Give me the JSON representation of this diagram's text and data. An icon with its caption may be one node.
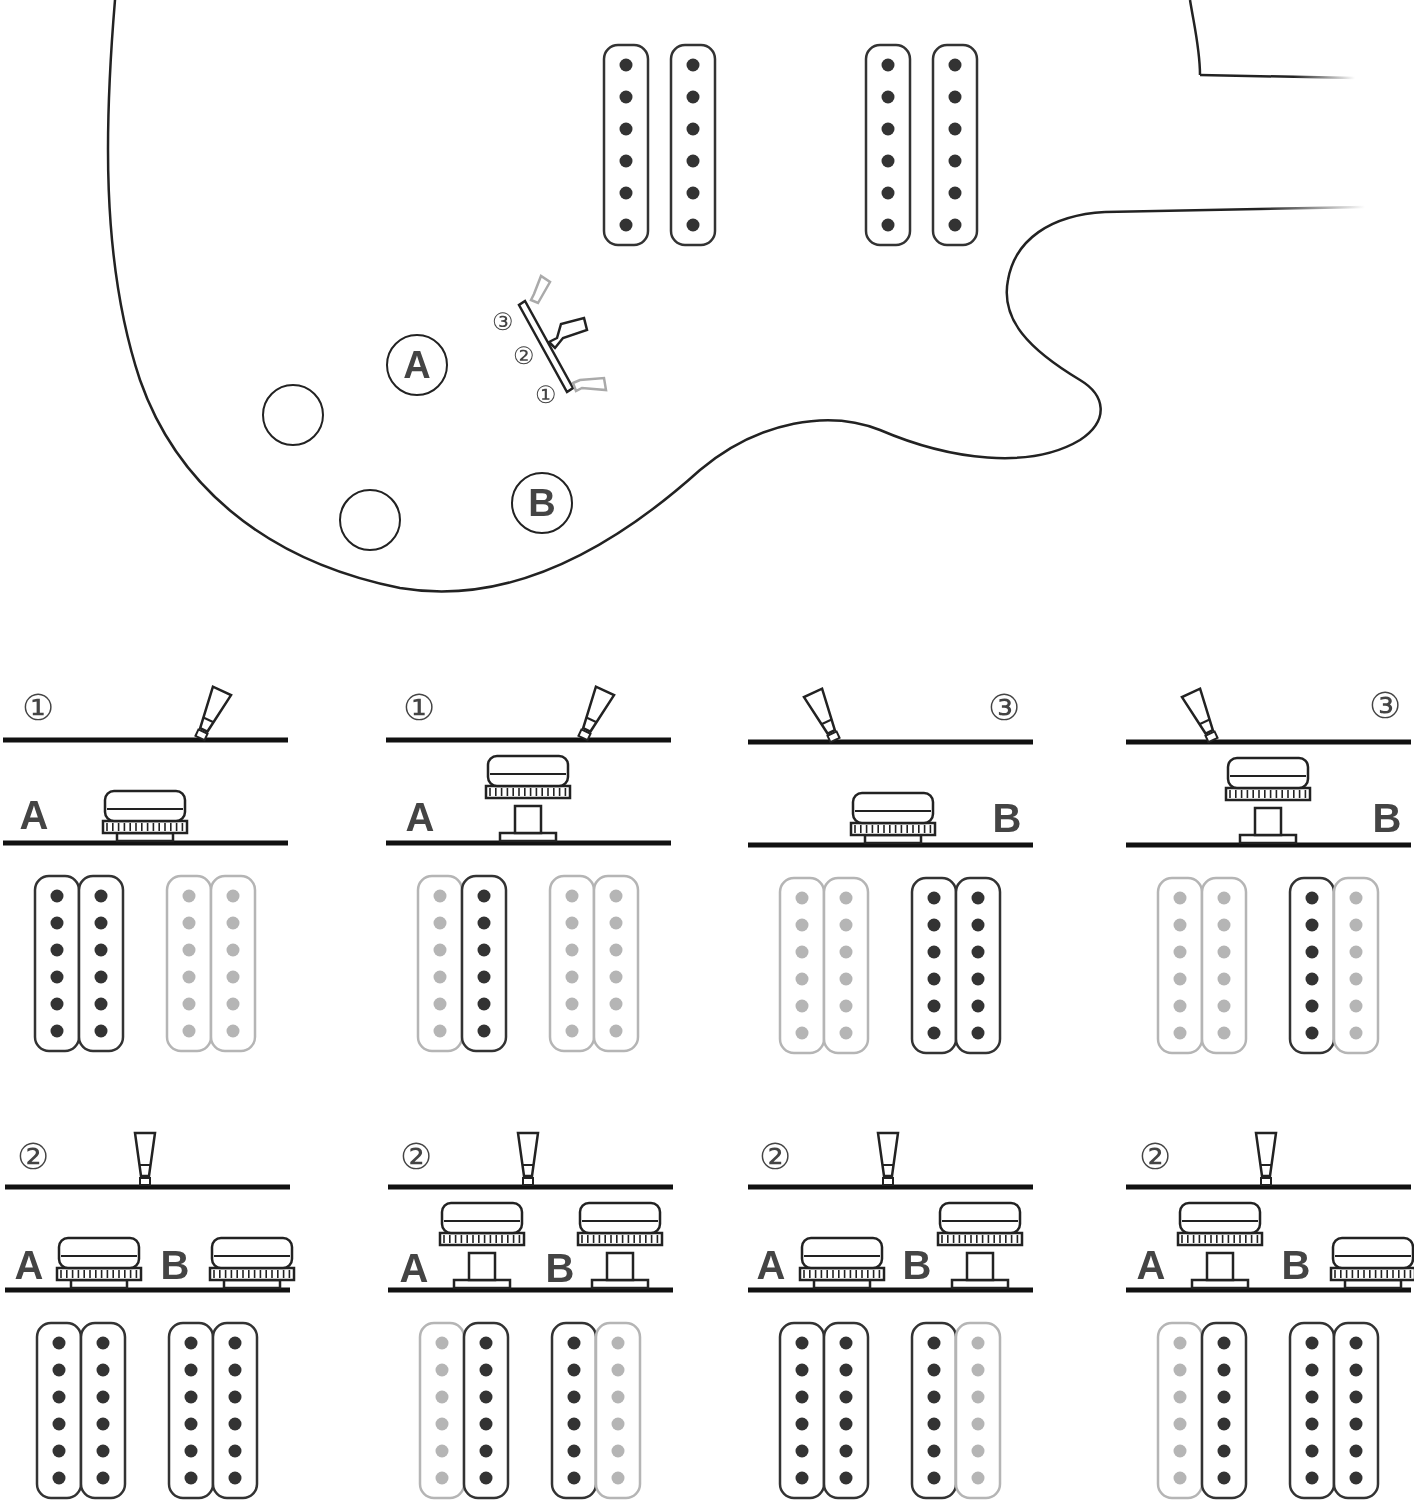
{
  "diagram": {
    "nodes": [
      {
        "text": [
          "A"
        ]
      },
      {
        "text": [],
        "shape": "circle"
      },
      {
        "text": [
          "B"
        ]
      },
      {
        "text": [],
        "shape": "circle"
      }
    ],
    "labels": [
      "③",
      "②",
      "①",
      "①",
      "①",
      "③",
      "③",
      "A",
      "A",
      "B",
      "B",
      "②",
      "②",
      "②",
      "②",
      "A",
      "B",
      "A",
      "B",
      "A",
      "B",
      "A",
      "B"
    ]
  }
}
